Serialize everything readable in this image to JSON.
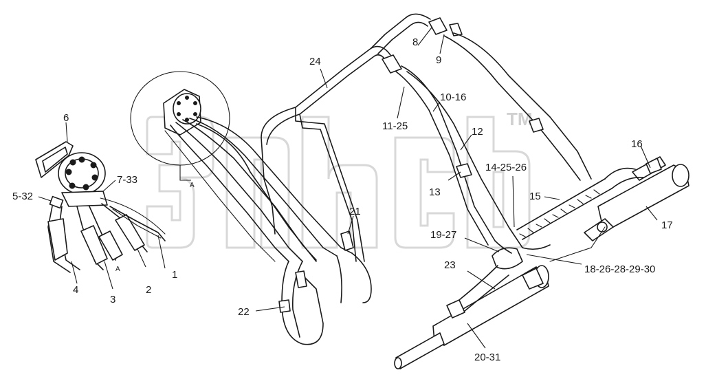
{
  "watermark": {
    "tm": "TM"
  },
  "callouts": {
    "c1": "1",
    "c2": "2",
    "c3": "3",
    "c4": "4",
    "c5_32": "5-32",
    "c6": "6",
    "c7_33": "7-33",
    "c8": "8",
    "c9": "9",
    "c10_16": "10-16",
    "c11_25": "11-25",
    "c12": "12",
    "c13": "13",
    "c14_25_26": "14-25-26",
    "c15": "15",
    "c16": "16",
    "c17": "17",
    "c18_26_28_29_30": "18-26-28-29-30",
    "c19_27": "19-27",
    "c20_31": "20-31",
    "c21": "21",
    "c22": "22",
    "c23": "23",
    "c24": "24"
  },
  "view_marks": {
    "a_left": "A",
    "a_detail": "A"
  }
}
